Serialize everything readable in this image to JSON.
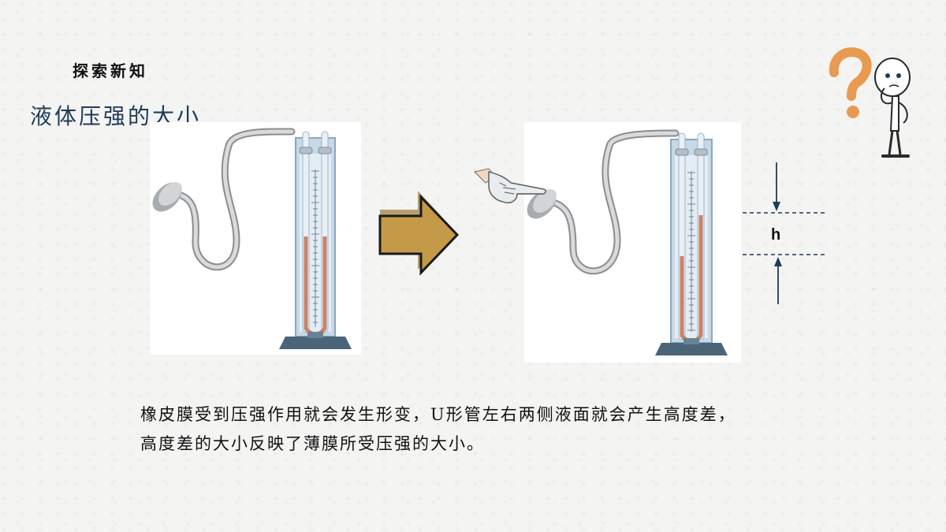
{
  "header": {
    "section_label": "探索新知",
    "title": "液体压强的大小"
  },
  "annotation": {
    "height_label": "h"
  },
  "description": {
    "line1": "橡皮膜受到压强作用就会发生形变，U形管左右两侧液面就会产生高度差，",
    "line2": "高度差的大小反映了薄膜所受压强的大小。"
  },
  "colors": {
    "title": "#1f3a5a",
    "arrow_fill": "#c49a48",
    "liquid": "#c9826a",
    "question_mark": "#e89a50"
  },
  "icons": [
    "question-mark-icon",
    "thinking-character-icon",
    "right-arrow-icon",
    "pointing-hand-icon"
  ]
}
